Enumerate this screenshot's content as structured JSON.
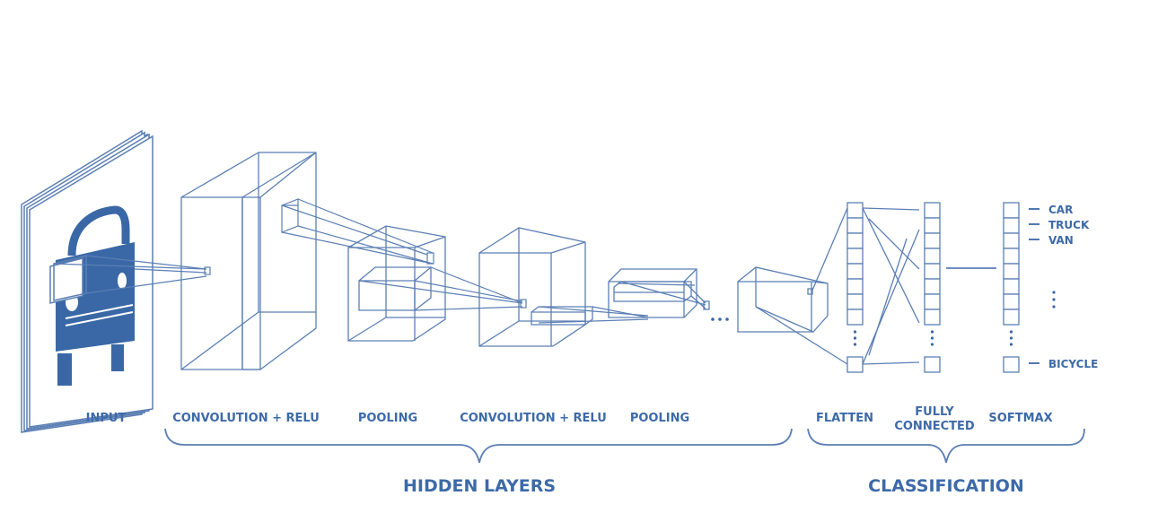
{
  "layers": {
    "input": "INPUT",
    "conv1": "CONVOLUTION + RELU",
    "pool1": "POOLING",
    "conv2": "CONVOLUTION + RELU",
    "pool2": "POOLING",
    "flatten": "FLATTEN",
    "fully_connected": [
      "FULLY",
      "CONNECTED"
    ],
    "softmax": "SOFTMAX"
  },
  "groups": {
    "hidden": "HIDDEN LAYERS",
    "classification": "CLASSIFICATION"
  },
  "classes": [
    "CAR",
    "TRUCK",
    "VAN",
    "BICYCLE"
  ],
  "colors": {
    "primary": "#3d6aa8",
    "line": "#5b7fb4",
    "fill": "#3a68a6"
  }
}
